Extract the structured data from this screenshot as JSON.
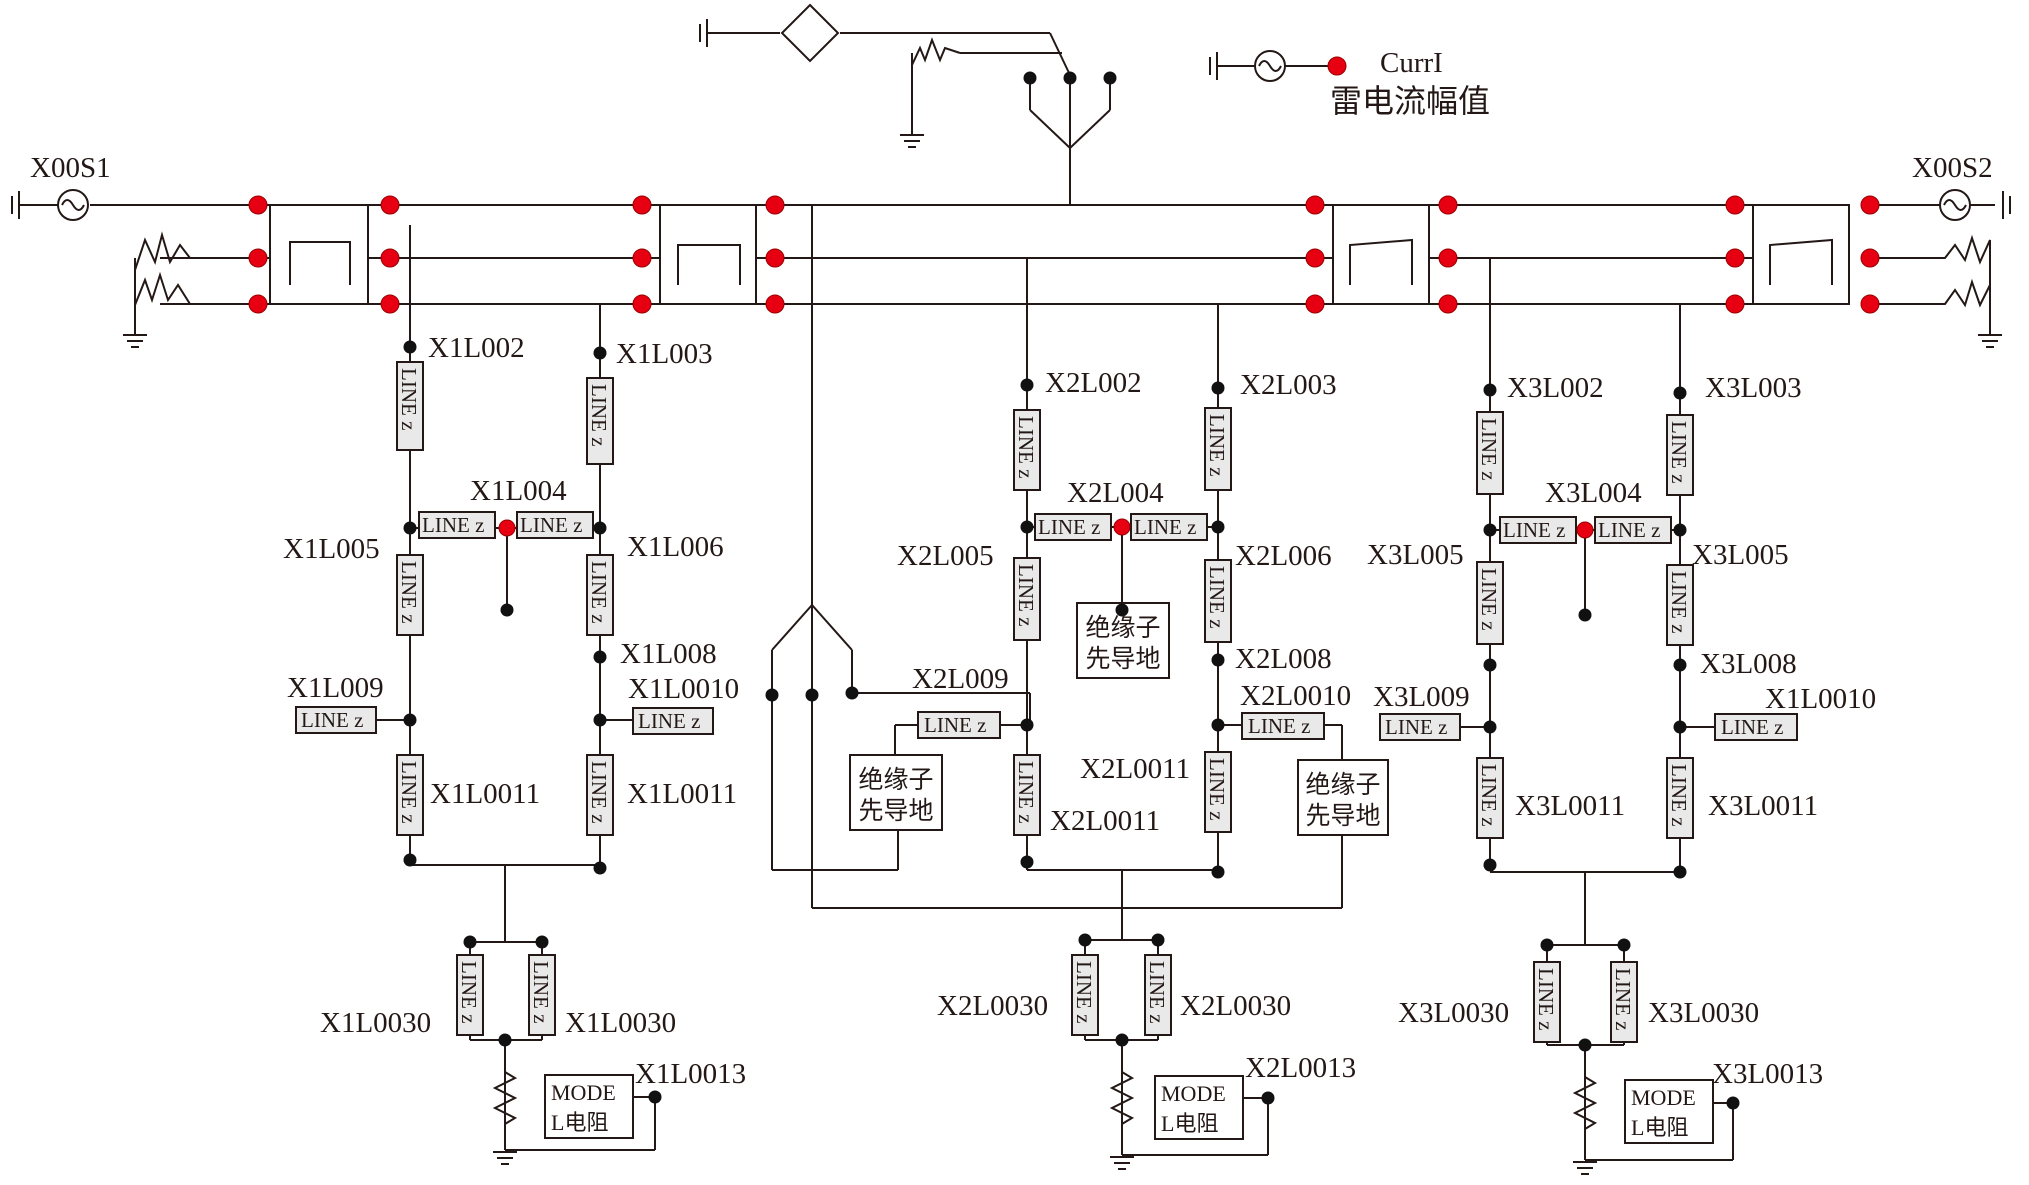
{
  "colors": {
    "line": "#231815",
    "node_black": "#111111",
    "node_red": "#e60012",
    "line_z_fill": "#e9e9e9"
  },
  "icons": [
    "ac-source-icon",
    "ground-icon",
    "surge-arrester-icon",
    "diamond-switch-icon",
    "resistor-icon",
    "transformer-box-icon"
  ],
  "sources": {
    "left": "X00S1",
    "right": "X00S2",
    "lightning": "CurrI",
    "lightning_caption": "雷电流幅值"
  },
  "line_z": "LINE z",
  "insulator": {
    "line1": "绝缘子",
    "line2": "先导地"
  },
  "model": {
    "line1": "MODE",
    "line2": "L电阻"
  },
  "labels": {
    "x1l002": "X1L002",
    "x1l003": "X1L003",
    "x1l004": "X1L004",
    "x1l005": "X1L005",
    "x1l006": "X1L006",
    "x1l008": "X1L008",
    "x1l009": "X1L009",
    "x1l0010": "X1L0010",
    "x1l0011": "X1L0011",
    "x1l0030": "X1L0030",
    "x1l0013": "X1L0013",
    "x2l002": "X2L002",
    "x2l003": "X2L003",
    "x2l004": "X2L004",
    "x2l005": "X2L005",
    "x2l006": "X2L006",
    "x2l008": "X2L008",
    "x2l009": "X2L009",
    "x2l0010": "X2L0010",
    "x2l0011": "X2L0011",
    "x2l0030": "X2L0030",
    "x2l0013": "X2L0013",
    "x3l002": "X3L002",
    "x3l003": "X3L003",
    "x3l004": "X3L004",
    "x3l005": "X3L005",
    "x3l008": "X3L008",
    "x3l009": "X3L009",
    "x3l0011": "X3L0011",
    "x3l0030": "X3L0030",
    "x3l0013": "X3L0013"
  }
}
